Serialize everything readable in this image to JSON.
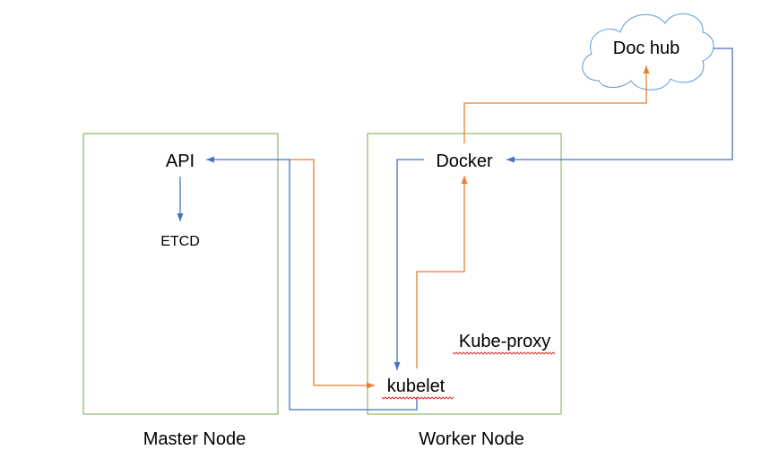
{
  "nodes": {
    "master": {
      "label": "Master Node"
    },
    "worker": {
      "label": "Worker Node"
    },
    "api": {
      "label": "API"
    },
    "etcd": {
      "label": "ETCD"
    },
    "docker": {
      "label": "Docker"
    },
    "kubelet": {
      "label": "kubelet"
    },
    "kube_proxy": {
      "label": "Kube-proxy"
    },
    "doc_hub": {
      "label": "Doc hub"
    }
  },
  "colors": {
    "node_border": "#70ad47",
    "blue_flow": "#4472c4",
    "orange_flow": "#ed7d31",
    "cloud_border": "#5b9bd5",
    "spellcheck": "#e02020"
  }
}
